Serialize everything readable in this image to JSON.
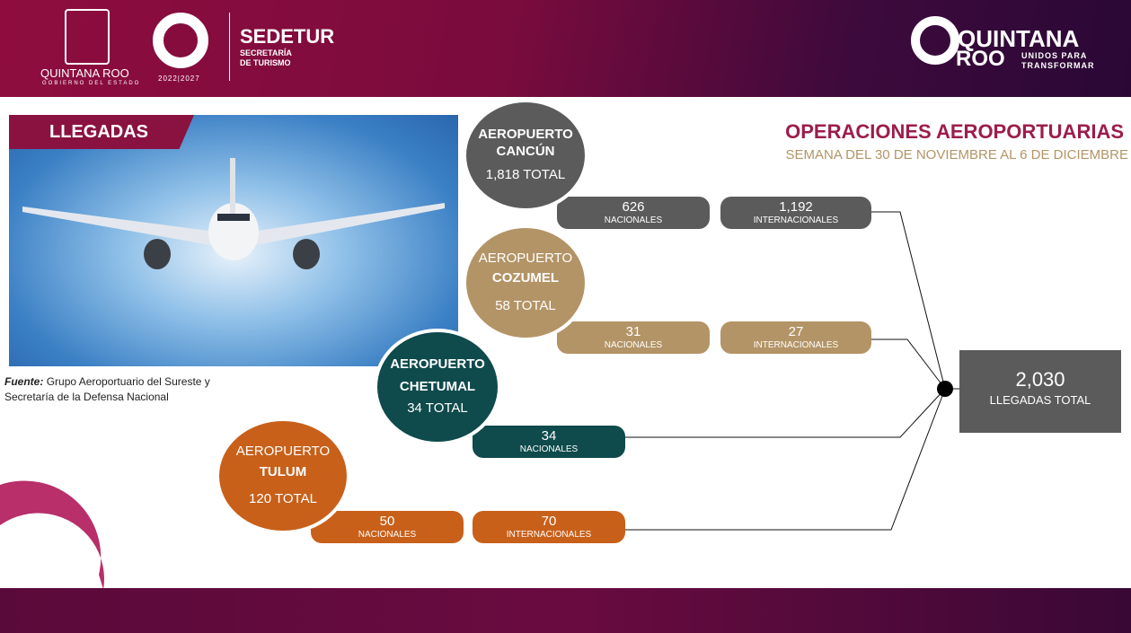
{
  "header": {
    "state_name": "QUINTANA ROO",
    "state_sub": "GOBIERNO DEL ESTADO",
    "period": "2022|2027",
    "agency": "SEDETUR",
    "agency_sub1": "SECRETARÍA",
    "agency_sub2": "DE TURISMO",
    "brand1": "QUINTANA",
    "brand2": "ROO",
    "slogan1": "UNIDOS PARA",
    "slogan2": "TRANSFORMAR"
  },
  "title": "OPERACIONES AEROPORTUARIAS",
  "subtitle": "SEMANA DEL 30 DE NOVIEMBRE AL 6 DE DICIEMBRE",
  "banner": "LLEGADAS",
  "source_label": "Fuente:",
  "source_text": "Grupo Aeroportuario del Sureste y",
  "source_text2": "Secretaría de la Defensa Nacional",
  "airports": [
    {
      "line1": "AEROPUERTO",
      "name": "CANCÚN",
      "total": "1,818 TOTAL",
      "nac": "626",
      "nac_label": "NACIONALES",
      "int": "1,192",
      "int_label": "INTERNACIONALES"
    },
    {
      "line1": "AEROPUERTO",
      "name": "COZUMEL",
      "total": "58 TOTAL",
      "nac": "31",
      "nac_label": "NACIONALES",
      "int": "27",
      "int_label": "INTERNACIONALES"
    },
    {
      "line1": "AEROPUERTO",
      "name": "CHETUMAL",
      "total": "34 TOTAL",
      "nac": "34",
      "nac_label": "NACIONALES"
    },
    {
      "line1": "AEROPUERTO",
      "name": "TULUM",
      "total": "120 TOTAL",
      "nac": "50",
      "nac_label": "NACIONALES",
      "int": "70",
      "int_label": "INTERNACIONALES"
    }
  ],
  "total": {
    "value": "2,030",
    "label": "LLEGADAS TOTAL"
  },
  "colors": {
    "cancun": "#5b5b5b",
    "cozumel": "#b39466",
    "chetumal": "#0f4a4c",
    "tulum": "#c8601a",
    "title": "#9c1d4a"
  }
}
